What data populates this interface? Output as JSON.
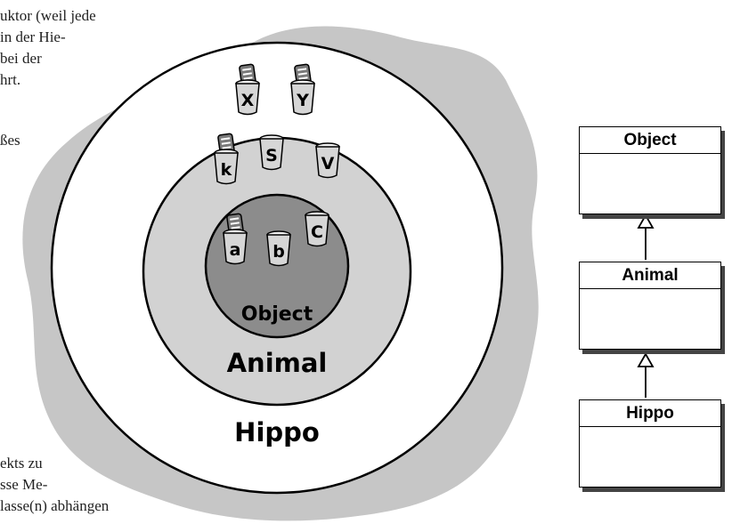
{
  "background_text": {
    "top_lines": [
      "uktor (weil jede",
      "in der Hie-",
      "bei der",
      "hrt."
    ],
    "middle_line": "ßes",
    "bottom_lines": [
      "ekts zu",
      "sse Me-",
      "lasse(n) abhängen"
    ]
  },
  "rings": {
    "outer_label": "Hippo",
    "middle_label": "Animal",
    "inner_label": "Object"
  },
  "cups": [
    {
      "letter": "X",
      "remote": true
    },
    {
      "letter": "Y",
      "remote": true
    },
    {
      "letter": "k",
      "remote": true
    },
    {
      "letter": "S",
      "remote": false
    },
    {
      "letter": "V",
      "remote": false
    },
    {
      "letter": "a",
      "remote": true
    },
    {
      "letter": "b",
      "remote": false
    },
    {
      "letter": "C",
      "remote": false
    }
  ],
  "uml": {
    "classes": [
      {
        "name": "Object"
      },
      {
        "name": "Animal"
      },
      {
        "name": "Hippo"
      }
    ]
  },
  "colors": {
    "blob": "#c6c6c6",
    "middle_ring": "#d2d2d2",
    "inner_ring": "#8c8c8c",
    "cup_body": "#d6d6d6",
    "outline": "#000000"
  }
}
